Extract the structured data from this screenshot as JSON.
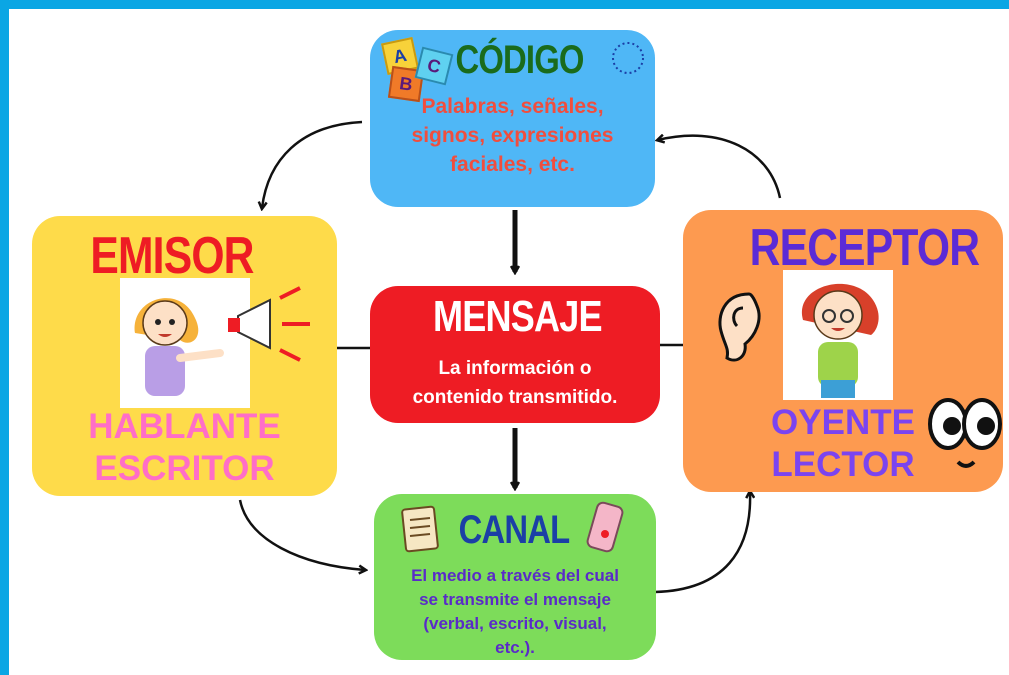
{
  "codigo": {
    "title": "CÓDIGO",
    "lines": [
      "Palabras, señales,",
      "signos, expresiones",
      "faciales, etc."
    ],
    "blocks": [
      "A",
      "B",
      "C"
    ]
  },
  "emisor": {
    "title": "EMISOR",
    "lines": [
      "HABLANTE",
      "ESCRITOR"
    ]
  },
  "mensaje": {
    "title": "MENSAJE",
    "lines": [
      "La información o",
      "contenido transmitido."
    ]
  },
  "receptor": {
    "title": "RECEPTOR",
    "lines": [
      "OYENTE",
      "LECTOR"
    ]
  },
  "canal": {
    "title": "CANAL",
    "lines": [
      "El medio a través del cual",
      "se transmite el mensaje",
      "(verbal, escrito, visual,",
      "etc.)."
    ]
  },
  "colors": {
    "codigo_box": "#4fb7f6",
    "emisor_box": "#fedb4a",
    "mensaje_box": "#ee1c24",
    "receptor_box": "#fd9a50",
    "canal_box": "#7ddc5a",
    "codigo_title": "#1a6b1c",
    "codigo_text": "#f04e3e",
    "emisor_title": "#ee1c24",
    "emisor_text": "#ff6ec7",
    "receptor_title": "#5b2bd6",
    "receptor_text": "#7b44f0",
    "canal_title": "#1b3fa6",
    "canal_text": "#5a2bc8"
  }
}
